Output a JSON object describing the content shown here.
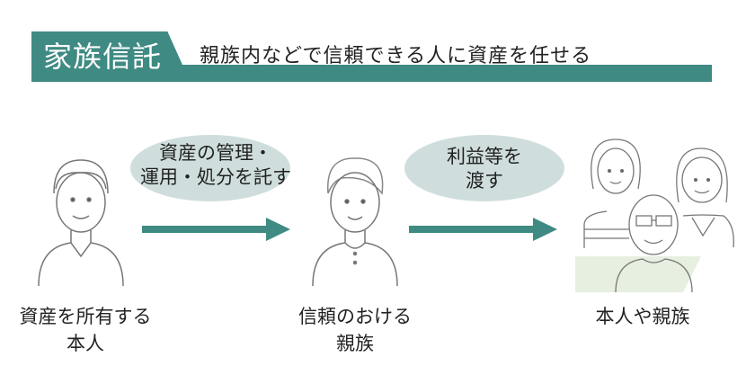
{
  "header": {
    "title": "家族信託",
    "subtitle": "親族内などで信頼できる人に資産を任せる"
  },
  "flow": {
    "bubble1": {
      "line1": "資産の管理・",
      "line2": "運用・処分を託す"
    },
    "bubble2": {
      "line1": "利益等を",
      "line2": "渡す"
    },
    "owner": {
      "line1": "資産を所有する",
      "line2": "本人"
    },
    "trustee": {
      "line1": "信頼のおける",
      "line2": "親族"
    },
    "beneficiary": {
      "line1": "本人や親族"
    }
  },
  "colors": {
    "accent": "#3f8a82",
    "bubble": "#cfdedd",
    "green_bg": "#e6efe0"
  }
}
